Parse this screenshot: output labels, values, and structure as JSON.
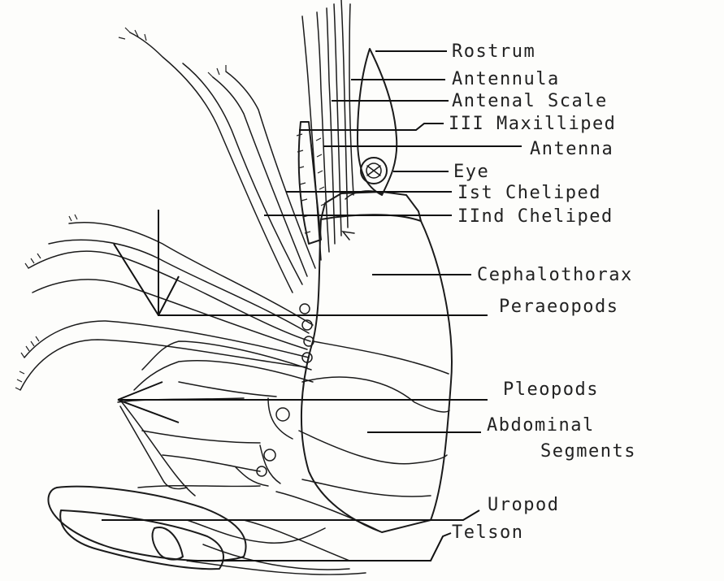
{
  "labels": {
    "rostrum": "Rostrum",
    "antennula": "Antennula",
    "antennal_scale": "Antenal Scale",
    "third_maxilliped": "III Maxilliped",
    "antenna": "Antenna",
    "eye": "Eye",
    "first_cheliped": "Ist Cheliped",
    "second_cheliped": "IInd Cheliped",
    "cephalothorax": "Cephalothorax",
    "peraeopods": "Peraeopods",
    "pleopods": "Pleopods",
    "abdominal_line1": "Abdominal",
    "abdominal_line2": "Segments",
    "uropod": "Uropod",
    "telson": "Telson"
  },
  "colors": {
    "ink": "#1b1b1b",
    "paper": "#fdfdfb"
  }
}
